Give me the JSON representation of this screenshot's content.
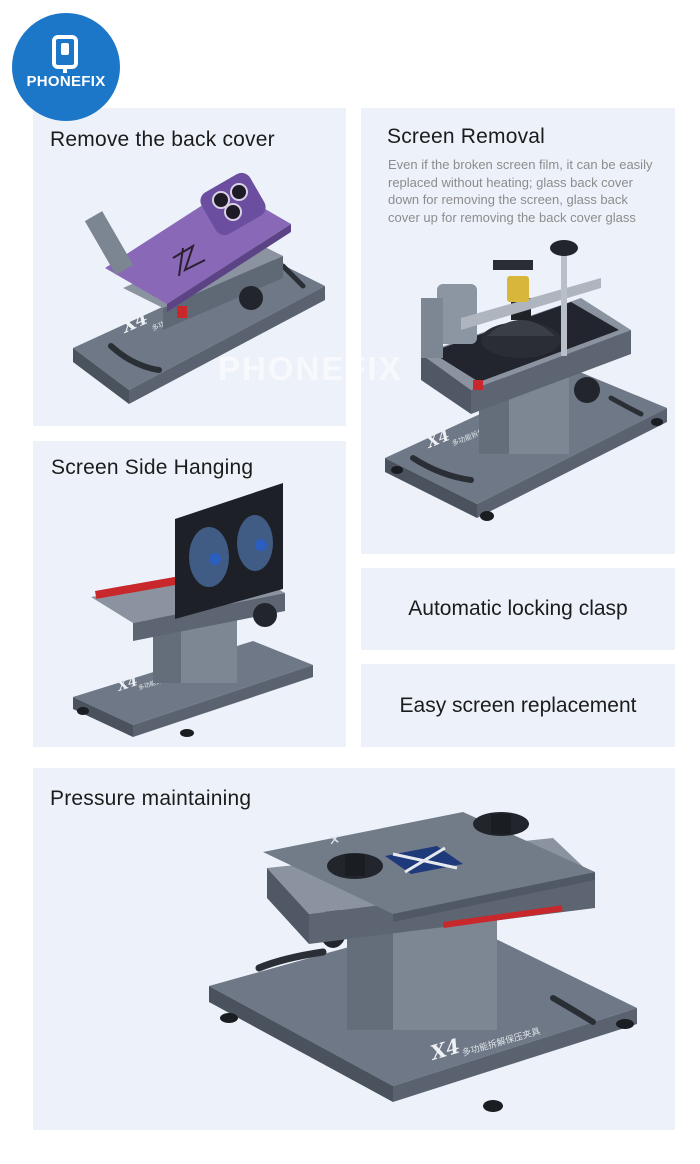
{
  "brand": {
    "name": "PHONEFIX",
    "logo_color": "#1d77c9"
  },
  "watermark": "PHONEFIX",
  "panels": {
    "back_cover": {
      "title": "Remove the back cover"
    },
    "screen_removal": {
      "title": "Screen Removal",
      "description": "Even if the broken screen film, it can be easily replaced without heating; glass back cover down for removing the screen, glass back cover up for removing the back cover glass"
    },
    "side_hanging": {
      "title": "Screen Side Hanging"
    },
    "locking_clasp": {
      "title": "Automatic locking clasp"
    },
    "screen_replacement": {
      "title": "Easy screen replacement"
    },
    "pressure": {
      "title": "Pressure maintaining"
    }
  },
  "product_marks": {
    "model": "X4",
    "chinese": "多功能拆解保压夹具"
  },
  "colors": {
    "panel_bg": "#edf2fa",
    "metal": "#6f7886",
    "metal_dark": "#4a525e",
    "phone_purple": "#8a68b8",
    "accent_red": "#c8282b"
  }
}
